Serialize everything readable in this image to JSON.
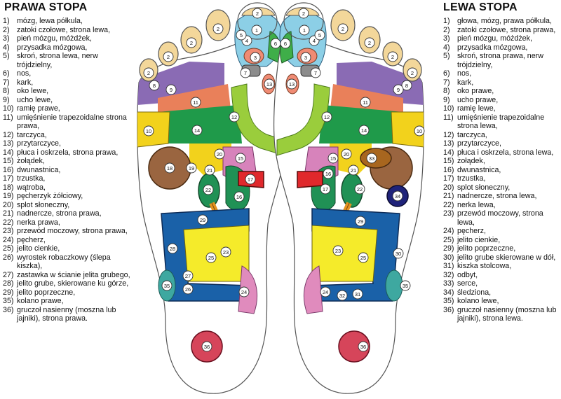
{
  "left_panel": {
    "title": "PRAWA STOPA",
    "items": [
      {
        "num": "1)",
        "text": "mózg, lewa półkula,"
      },
      {
        "num": "2)",
        "text": "zatoki czołowe, strona lewa,"
      },
      {
        "num": "3)",
        "text": "pień mózgu, móżdżek,"
      },
      {
        "num": "4)",
        "text": "przysadka mózgowa,"
      },
      {
        "num": "5)",
        "text": "skroń, strona lewa, nerw trójdzielny,"
      },
      {
        "num": "6)",
        "text": "nos,"
      },
      {
        "num": "7)",
        "text": "kark,"
      },
      {
        "num": "8)",
        "text": "oko lewe,"
      },
      {
        "num": "9)",
        "text": "ucho lewe,"
      },
      {
        "num": "10)",
        "text": "ramię prawe,"
      },
      {
        "num": "11)",
        "text": "umięśnienie trapezoidalne strona prawa,"
      },
      {
        "num": "12)",
        "text": "tarczyca,"
      },
      {
        "num": "13)",
        "text": "przytarczyce,"
      },
      {
        "num": "14)",
        "text": "płuca i oskrzela, strona prawa,"
      },
      {
        "num": "15)",
        "text": "żołądek,"
      },
      {
        "num": "16)",
        "text": "dwunastnica,"
      },
      {
        "num": "17)",
        "text": "trzustka,"
      },
      {
        "num": "18)",
        "text": "wątroba,"
      },
      {
        "num": "19)",
        "text": "pęcherzyk żółciowy,"
      },
      {
        "num": "20)",
        "text": "splot słoneczny,"
      },
      {
        "num": "21)",
        "text": "nadnercze, strona prawa,"
      },
      {
        "num": "22)",
        "text": "nerka prawa,"
      },
      {
        "num": "23)",
        "text": "przewód moczowy, strona prawa,"
      },
      {
        "num": "24)",
        "text": "pęcherz,"
      },
      {
        "num": "25)",
        "text": "jelito cienkie,"
      },
      {
        "num": "26)",
        "text": "wyrostek robaczkowy (ślepa kiszka),"
      },
      {
        "num": "27)",
        "text": "zastawka w ścianie jelita grubego,"
      },
      {
        "num": "28)",
        "text": "jelito grube, skierowane ku górze,"
      },
      {
        "num": "29)",
        "text": "jelito poprzeczne,"
      },
      {
        "num": "35)",
        "text": "kolano prawe,"
      },
      {
        "num": "36)",
        "text": "gruczoł nasienny (moszna lub jajniki), strona prawa."
      }
    ]
  },
  "right_panel": {
    "title": "LEWA STOPA",
    "items": [
      {
        "num": "1)",
        "text": "głowa, mózg, prawa półkula,"
      },
      {
        "num": "2)",
        "text": "zatoki czołowe, strona prawa,"
      },
      {
        "num": "3)",
        "text": "pień mózgu, móżdżek,"
      },
      {
        "num": "4)",
        "text": "przysadka mózgowa,"
      },
      {
        "num": "5)",
        "text": "skroń, strona prawa, nerw trójdzielny,"
      },
      {
        "num": "6)",
        "text": "nos,"
      },
      {
        "num": "7)",
        "text": "kark,"
      },
      {
        "num": "8)",
        "text": "oko prawe,"
      },
      {
        "num": "9)",
        "text": "ucho prawe,"
      },
      {
        "num": "10)",
        "text": "ramię lewe,"
      },
      {
        "num": "11)",
        "text": "umięśnienie trapezoidalne strona lewa,"
      },
      {
        "num": "12)",
        "text": "tarczyca,"
      },
      {
        "num": "13)",
        "text": "przytarczyce,"
      },
      {
        "num": "14)",
        "text": "płuca i oskrzela, strona lewa,"
      },
      {
        "num": "15)",
        "text": "żołądek,"
      },
      {
        "num": "16)",
        "text": "dwunastnica,"
      },
      {
        "num": "17)",
        "text": "trzustka,"
      },
      {
        "num": "20)",
        "text": "splot słoneczny,"
      },
      {
        "num": "21)",
        "text": "nadnercze, strona lewa,"
      },
      {
        "num": "22)",
        "text": "nerka lewa,"
      },
      {
        "num": "23)",
        "text": "przewód moczowy, strona lewa,"
      },
      {
        "num": "24)",
        "text": "pęcherz,"
      },
      {
        "num": "25)",
        "text": "jelito cienkie,"
      },
      {
        "num": "29)",
        "text": "jelito poprzeczne,"
      },
      {
        "num": "30)",
        "text": "jelito grube skierowane w dół,"
      },
      {
        "num": "31)",
        "text": "kiszka stolcowa,"
      },
      {
        "num": "32)",
        "text": "odbyt,"
      },
      {
        "num": "33)",
        "text": "serce,"
      },
      {
        "num": "34)",
        "text": "śledziona,"
      },
      {
        "num": "35)",
        "text": "kolano lewe,"
      },
      {
        "num": "36)",
        "text": "gruczoł nasienny (moszna lub jajniki), strona lewa."
      }
    ]
  },
  "colors": {
    "toe": "#f3d79a",
    "sinus_light_blue": "#8ccfe6",
    "nose_green": "#3fae49",
    "brainstem_salmon": "#f08b74",
    "neck_gray": "#8c8c8c",
    "ear_eye_purple": "#8a6bb4",
    "trapezius_orange": "#e9805a",
    "lungs_green": "#1f9a4a",
    "shoulder_yellow": "#f2d21c",
    "thyroid_light_green": "#9acd3c",
    "stomach_pink": "#d783bb",
    "liver_brown": "#9a6540",
    "pancreas_red": "#e0282c",
    "kidney_green": "#209155",
    "colon_blue": "#1a61a8",
    "small_intestine_yellow": "#f5eb2a",
    "ureter_orange": "#e59320",
    "bladder_pink": "#e08bbd",
    "gonad_pink": "#d6455a",
    "heart_brown": "#a8661f",
    "spleen_navy": "#1f237a",
    "knee_teal": "#3ea8a0"
  },
  "diagram": {
    "right_foot_labels": [
      "2",
      "2",
      "2",
      "2",
      "2",
      "1",
      "3",
      "4",
      "5",
      "6",
      "7",
      "8",
      "9",
      "10",
      "11",
      "12",
      "13",
      "14",
      "15",
      "16",
      "17",
      "18",
      "19",
      "20",
      "21",
      "22",
      "23",
      "24",
      "25",
      "26",
      "27",
      "28",
      "29",
      "35",
      "36"
    ],
    "left_foot_labels": [
      "2",
      "2",
      "2",
      "2",
      "2",
      "1",
      "3",
      "4",
      "5",
      "6",
      "7",
      "8",
      "9",
      "10",
      "11",
      "12",
      "13",
      "14",
      "15",
      "16",
      "17",
      "20",
      "21",
      "22",
      "23",
      "24",
      "25",
      "29",
      "30",
      "31",
      "32",
      "33",
      "34",
      "35",
      "36"
    ]
  }
}
